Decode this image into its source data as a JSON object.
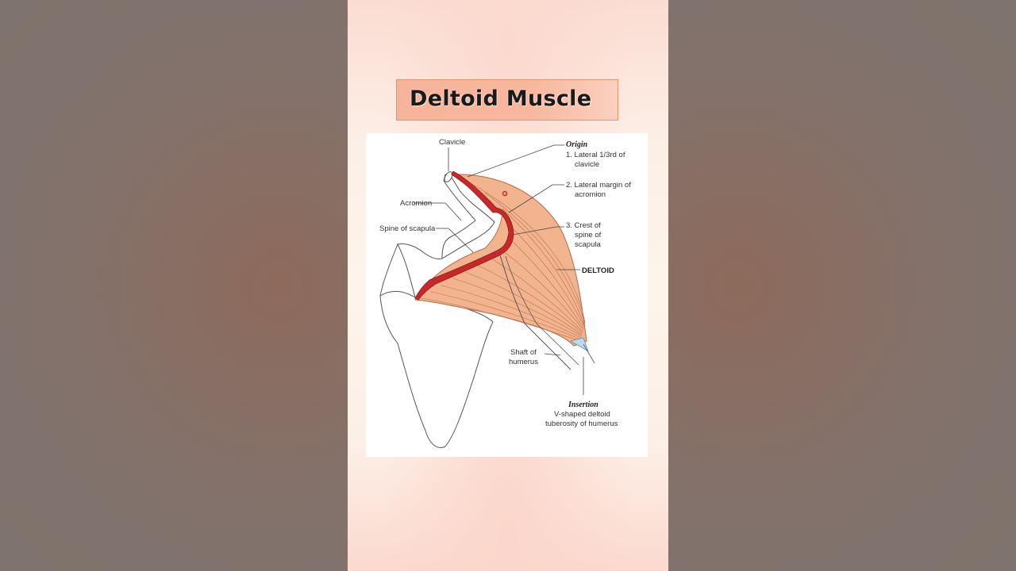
{
  "title": "Deltoid Muscle",
  "labels": {
    "clavicle": "Clavicle",
    "acromion": "Acromion",
    "spine_of_scapula": "Spine of scapula",
    "origin_heading": "Origin",
    "origin_1_line1": "1. Lateral 1/3rd of",
    "origin_1_line2": "clavicle",
    "origin_2_line1": "2. Lateral margin of",
    "origin_2_line2": "acromion",
    "origin_3_line1": "3. Crest of",
    "origin_3_line2": "spine of",
    "origin_3_line3": "scapula",
    "deltoid": "DELTOID",
    "shaft_line1": "Shaft of",
    "shaft_line2": "humerus",
    "insertion_heading": "Insertion",
    "insertion_line1": "V-shaped deltoid",
    "insertion_line2": "tuberosity of humerus"
  },
  "colors": {
    "muscle": "#f2b48e",
    "origin_attachment": "#c9282b",
    "insertion": "#bcd9ee",
    "title_box": "#f6b49a"
  }
}
